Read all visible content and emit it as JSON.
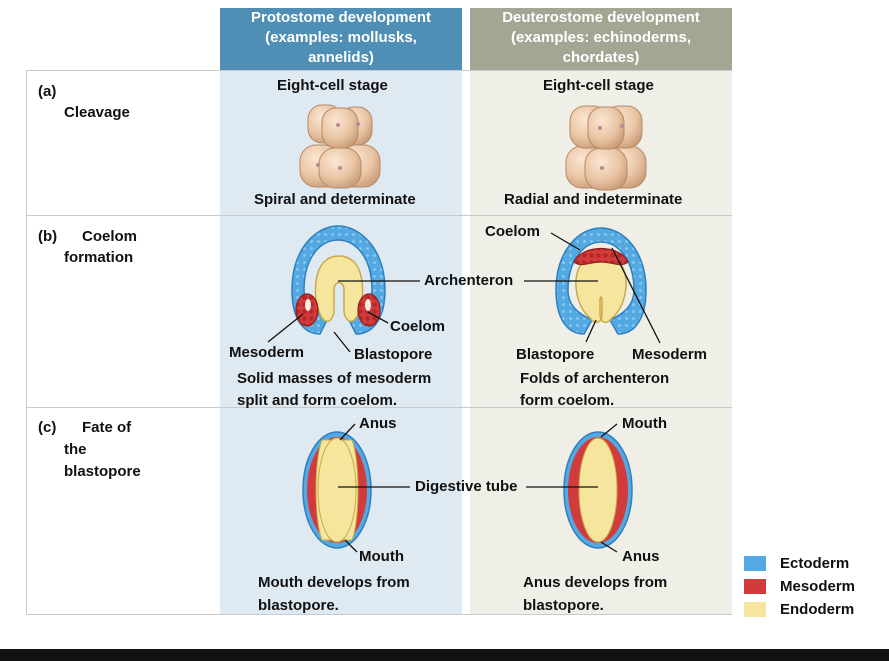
{
  "headers": {
    "protostome": [
      "Protostome development",
      "(examples: mollusks,",
      "annelids)"
    ],
    "deuterostome": [
      "Deuterostome development",
      "(examples: echinoderms,",
      "chordates)"
    ]
  },
  "rows": {
    "a": {
      "letter": "(a)",
      "title": [
        "Cleavage"
      ]
    },
    "b": {
      "letter": "(b)",
      "title": [
        "Coelom",
        "formation"
      ]
    },
    "c": {
      "letter": "(c)",
      "title": [
        "Fate of",
        "the",
        "blastopore"
      ]
    }
  },
  "cleavage": {
    "proto_stage": "Eight-cell stage",
    "deutero_stage": "Eight-cell stage",
    "proto_type": "Spiral and determinate",
    "deutero_type": "Radial and indeterminate"
  },
  "coelom": {
    "archenteron": "Archenteron",
    "proto_coelom": "Coelom",
    "proto_mesoderm": "Mesoderm",
    "proto_blastopore": "Blastopore",
    "proto_caption": [
      "Solid masses of mesoderm",
      "split and form coelom."
    ],
    "deutero_coelom": "Coelom",
    "deutero_blastopore": "Blastopore",
    "deutero_mesoderm": "Mesoderm",
    "deutero_caption": [
      "Folds of archenteron",
      "form coelom."
    ]
  },
  "blastopore": {
    "digestive_tube": "Digestive tube",
    "proto_top": "Anus",
    "proto_bottom": "Mouth",
    "proto_caption": [
      "Mouth develops from",
      "blastopore."
    ],
    "deutero_top": "Mouth",
    "deutero_bottom": "Anus",
    "deutero_caption": [
      "Anus develops from",
      "blastopore."
    ]
  },
  "legend": [
    {
      "label": "Ectoderm",
      "color": "#55a9e2"
    },
    {
      "label": "Mesoderm",
      "color": "#d23b3b"
    },
    {
      "label": "Endoderm",
      "color": "#f6e59c"
    }
  ],
  "colors": {
    "proto_header": "#4f8fb5",
    "deutero_header": "#a5a593",
    "proto_column": "#dfe9f1",
    "deutero_column": "#efefe7",
    "ectoderm": "#55a9e2",
    "mesoderm": "#d23b3b",
    "endoderm": "#f6e59c",
    "embryo_cell": "#e8c4a4"
  }
}
